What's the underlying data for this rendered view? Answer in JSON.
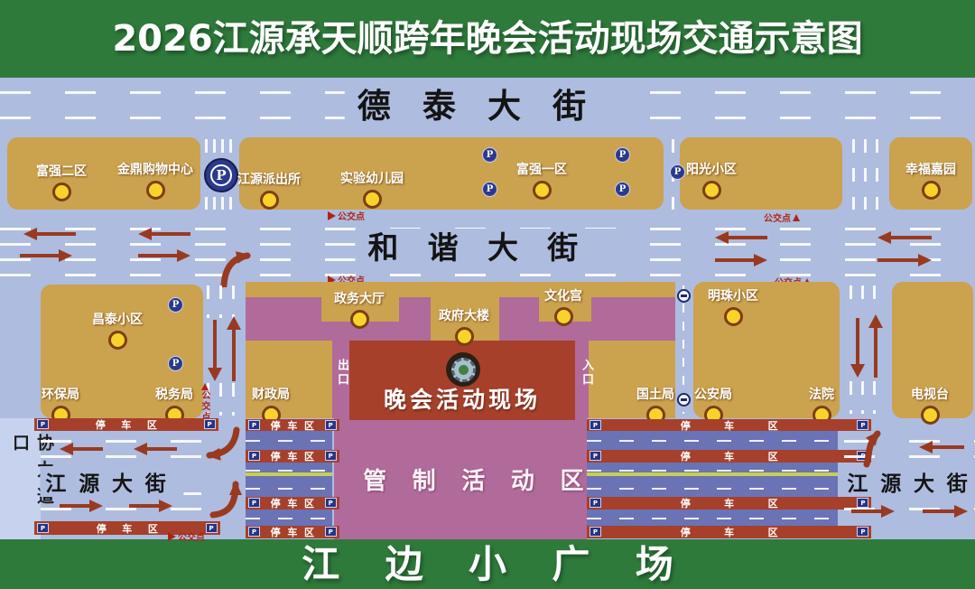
{
  "title": "2026江源承天顺跨年晚会活动现场交通示意图",
  "plaza": "江边小广场",
  "streets": {
    "detai": "德泰大街",
    "hexie": "和谐大街",
    "jiangyuan": "江源大街",
    "xieli_crossing": "协力道口"
  },
  "venue": {
    "stage_area": "晚会活动现场",
    "controlled_zone": "管制活动区",
    "exit": "出口",
    "entrance": "入口"
  },
  "labels": {
    "parking_zone": "停车区",
    "bus_stop": "公交点",
    "parking_letter": "P"
  },
  "pois": {
    "fuqiang2": "富强二区",
    "jinding": "金鼎购物中心",
    "paichusuo": "江源派出所",
    "youeryuan": "实验幼儿园",
    "fuqiang1": "富强一区",
    "yangguang": "阳光小区",
    "xingfu": "幸福嘉园",
    "changtai": "昌泰小区",
    "huanbao": "环保局",
    "shuiwu": "税务局",
    "caizheng": "财政局",
    "zhengwu": "政务大厅",
    "zhengfu": "政府大楼",
    "wenhua": "文化宫",
    "guotu": "国土局",
    "mingzhu": "明珠小区",
    "gongan": "公安局",
    "fayuan": "法院",
    "dianshitai": "电视台"
  },
  "colors": {
    "banner_green": "#2e7a3b",
    "road_blue": "#aebcdf",
    "block_tan": "#cba24e",
    "zone_pink": "#b06b9a",
    "venue_red": "#a6402b",
    "parking_band_purple": "#6a73b5",
    "arrow_red": "#993a20",
    "dot_yellow": "#f7d32b",
    "p_navy": "#2b3a8c"
  }
}
